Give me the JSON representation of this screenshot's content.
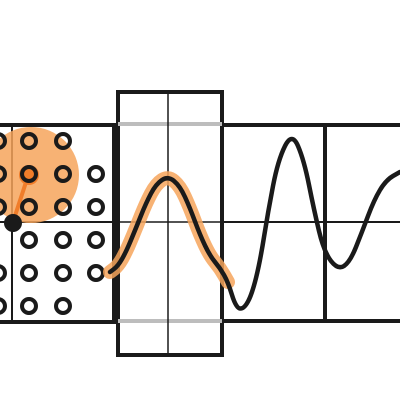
{
  "colors": {
    "background": "#ffffff",
    "ink": "#1a1a1a",
    "highlight": "#f6a45c",
    "highlight_dark": "#f07d2a",
    "grey_line": "#bdbdbd"
  },
  "grid_panel": {
    "rows": 6,
    "cols": 3,
    "filled_dot": {
      "row": 3,
      "col": 0
    }
  },
  "signal": {
    "highlighted_segment": "one period",
    "shape": "damped oscillation"
  }
}
